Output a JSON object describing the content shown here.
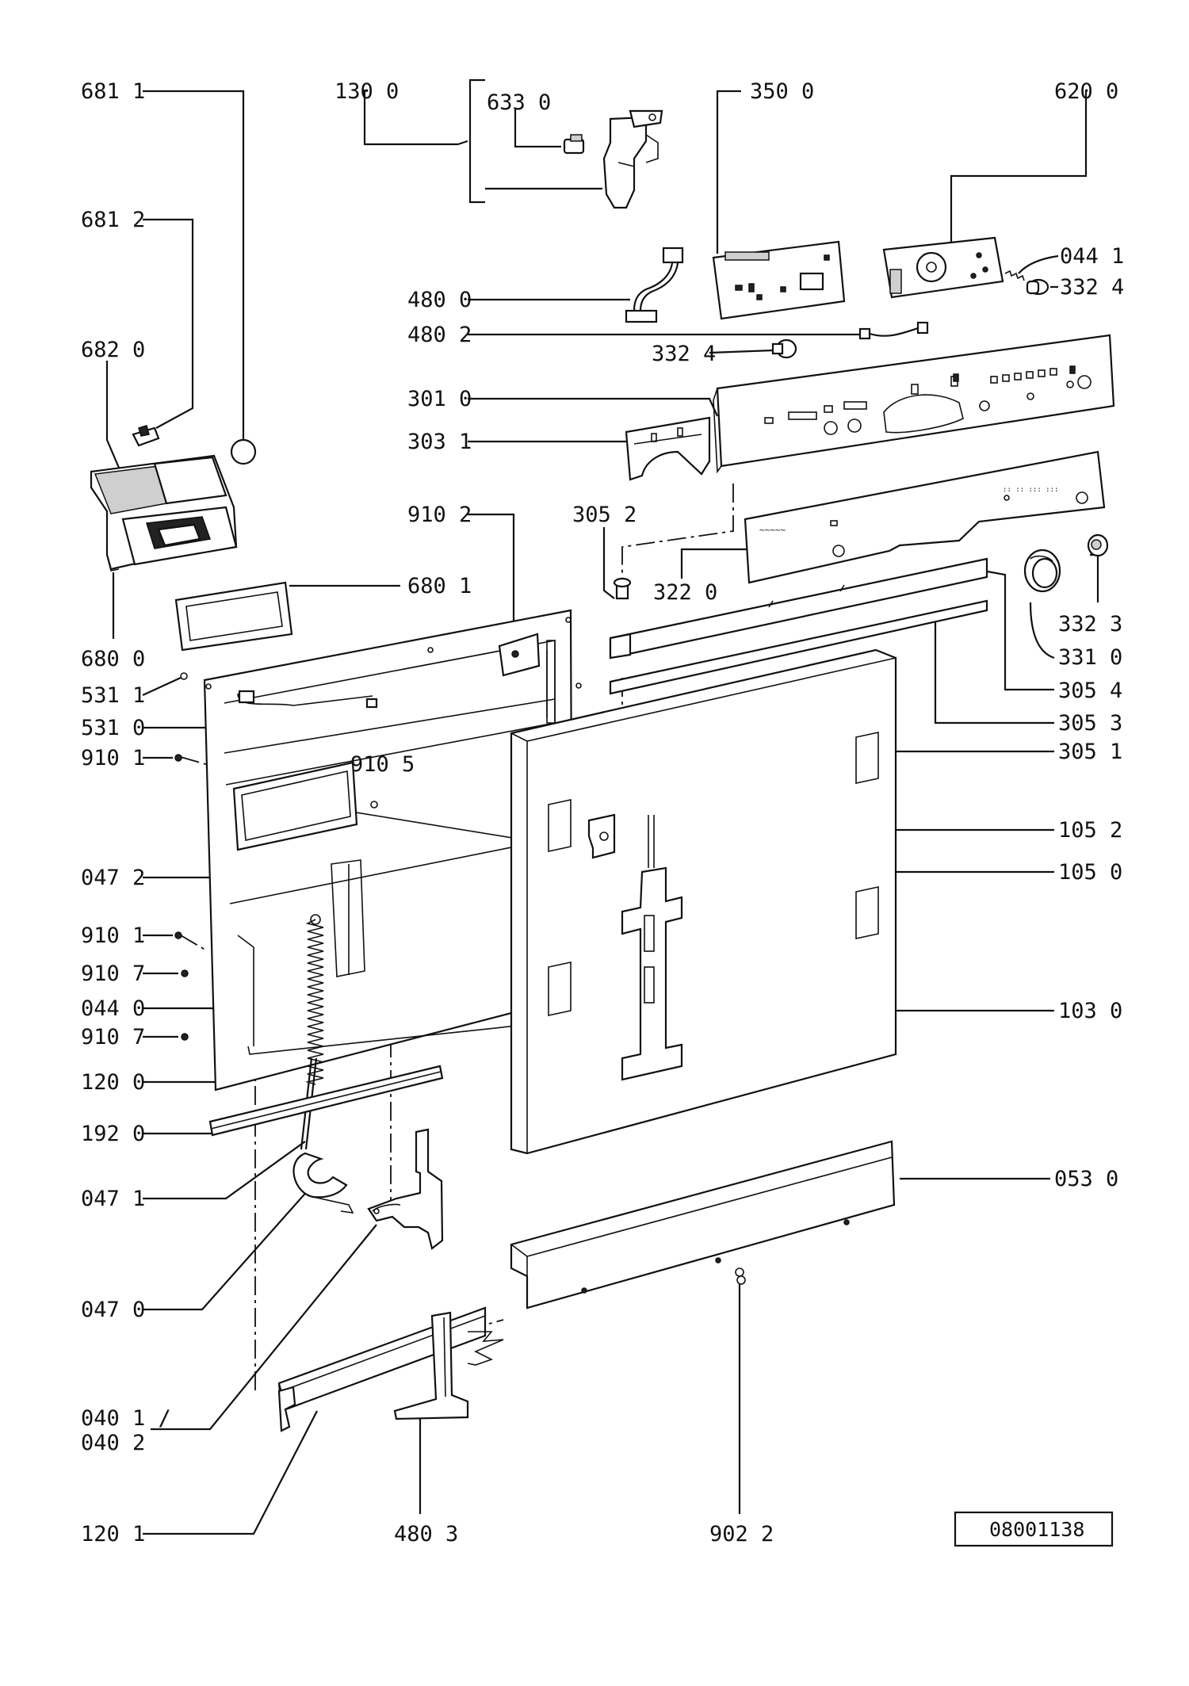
{
  "diagram": {
    "drawing_number": "08001138",
    "callouts": {
      "c681_1": "681 1",
      "c681_2": "681 2",
      "c682_0": "682 0",
      "c680_0": "680 0",
      "c531_1": "531 1",
      "c531_0": "531 0",
      "c910_1a": "910 1",
      "c047_2": "047 2",
      "c910_1b": "910 1",
      "c910_7a": "910 7",
      "c044_0": "044 0",
      "c910_7b": "910 7",
      "c120_0": "120 0",
      "c192_0": "192 0",
      "c047_1": "047 1",
      "c047_0": "047 0",
      "c040_1": "040 1 /",
      "c040_2": "040 2",
      "c120_1": "120 1",
      "c130_0": "130 0",
      "c633_0": "633 0",
      "c350_0": "350 0",
      "c620_0": "620 0",
      "c044_1": "044 1",
      "c332_4a": "332 4",
      "c480_0": "480 0",
      "c480_2": "480 2",
      "c332_4b": "332 4",
      "c301_0": "301 0",
      "c303_1": "303 1",
      "c910_2": "910 2",
      "c305_2": "305 2",
      "c322_0": "322 0",
      "c680_1": "680 1",
      "c332_3": "332 3",
      "c331_0": "331 0",
      "c305_4": "305 4",
      "c305_3": "305 3",
      "c305_1": "305 1",
      "c910_5": "910 5",
      "c105_2": "105 2",
      "c105_0": "105 0",
      "c103_0": "103 0",
      "c053_0": "053 0",
      "c480_3": "480 3",
      "c902_2": "902 2"
    }
  }
}
